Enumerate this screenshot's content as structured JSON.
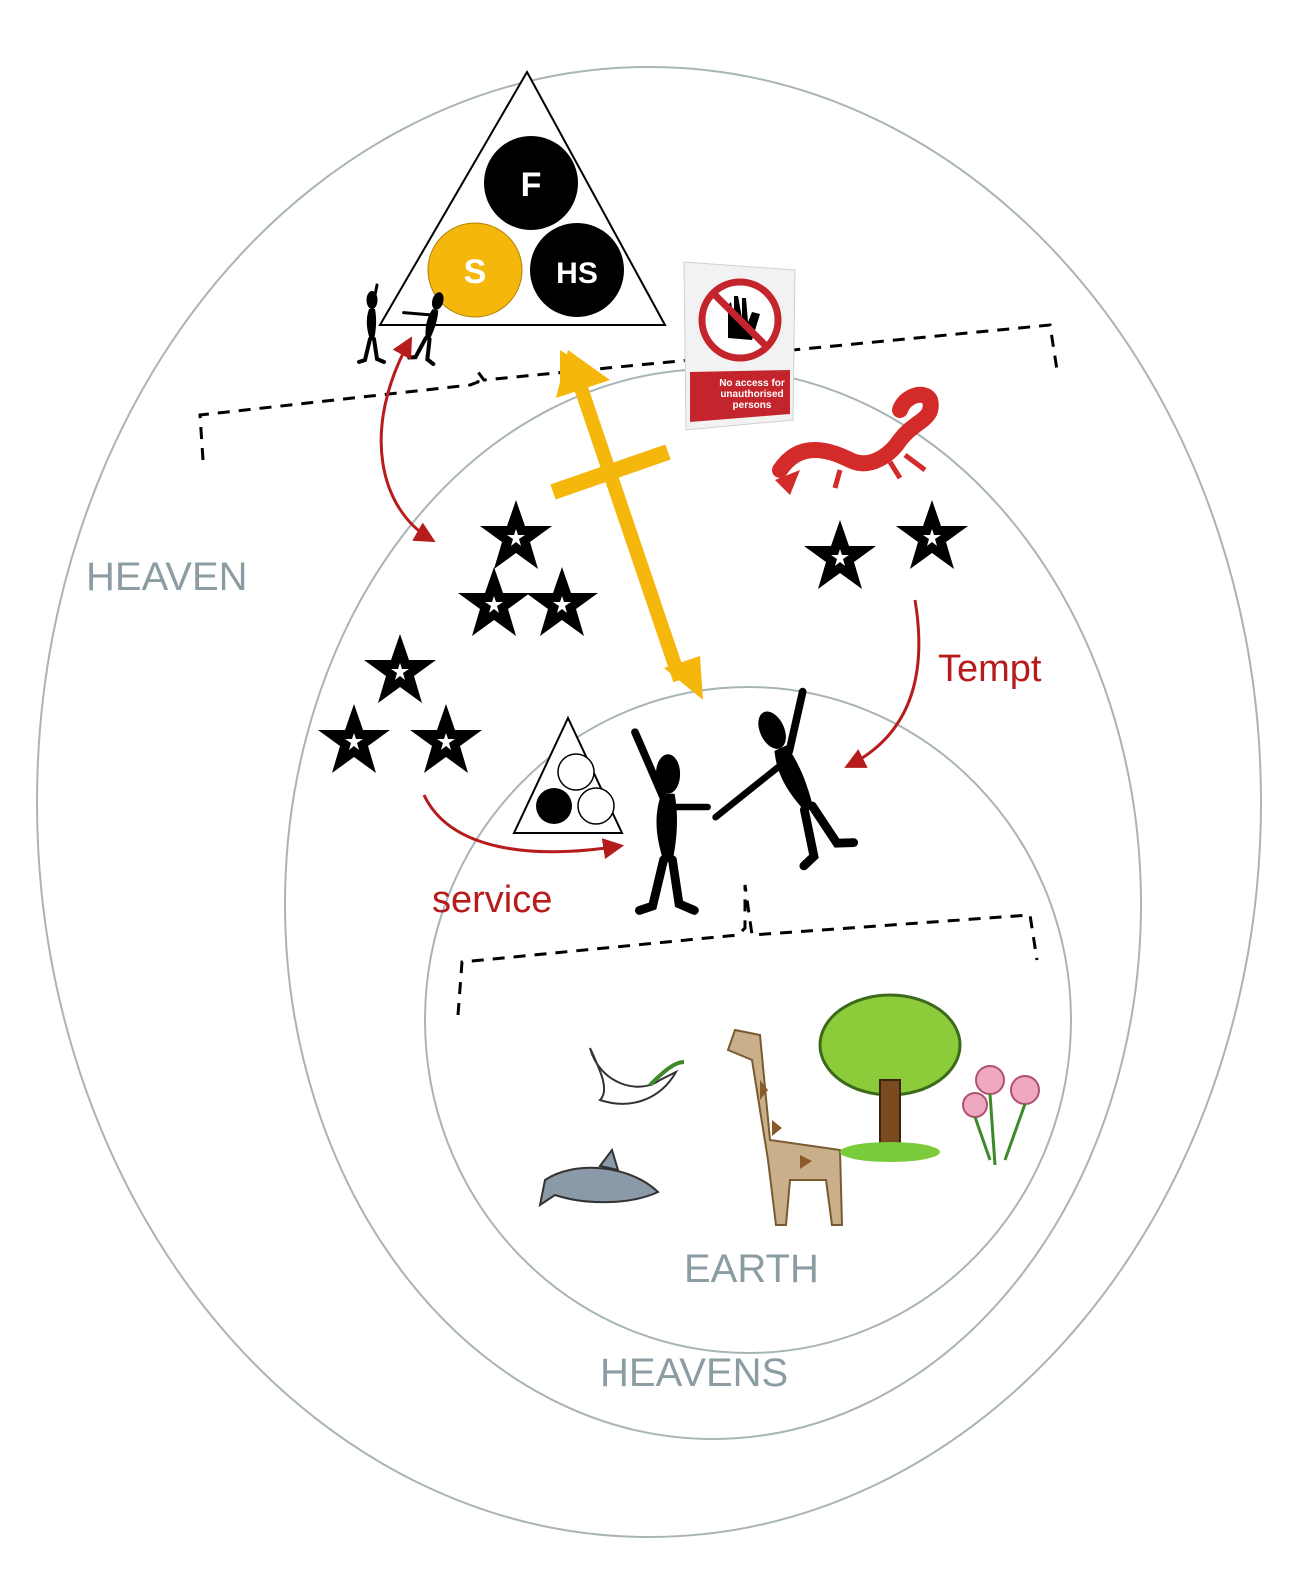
{
  "colors": {
    "ring": "#a8b4b6",
    "realm_label": "#8b9da3",
    "red_arrow": "#b71c1c",
    "gold": "#f5b70c",
    "black": "#000000",
    "sign_red": "#c4252c"
  },
  "realms": {
    "heaven": "HEAVEN",
    "heavens": "HEAVENS",
    "earth": "EARTH"
  },
  "trinity": {
    "father": "F",
    "son": "S",
    "holy_spirit": "HS"
  },
  "arrows": {
    "tempt": "Tempt",
    "service": "service"
  },
  "sign": {
    "text": "No access for unauthorised persons"
  },
  "icons": [
    "dragon-icon",
    "dove-icon",
    "shark-icon",
    "giraffe-icon",
    "tree-icon",
    "flower-icon",
    "star-icon",
    "stick-figure-icon",
    "no-entry-hand-icon"
  ]
}
